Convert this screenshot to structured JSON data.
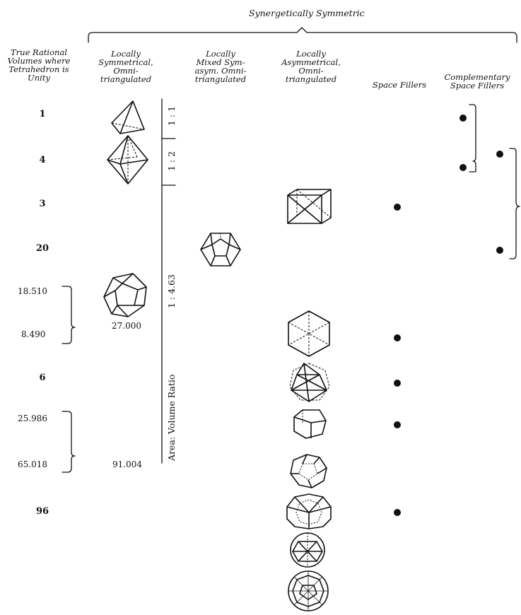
{
  "supertitle": "Synergetically Symmetric",
  "columns": {
    "volumes": "True Rational\nVolumes where\nTetrahedron is\nUnity",
    "sym": "Locally\nSymmetrical,\nOmni-\ntriangulated",
    "mixed": "Locally\nMixed Sym-\nasym. Omni-\ntriangulated",
    "asym": "Locally\nAsymmetrical,\nOmni-\ntriangulated",
    "fill": "Space Fillers",
    "comp": "Complementary\nSpace Fillers"
  },
  "rows": [
    "1",
    "4",
    "3",
    "20",
    "6",
    "96"
  ],
  "pairs": [
    {
      "a": "18.510",
      "b": "8.490",
      "total": "27.000"
    },
    {
      "a": "25.986",
      "b": "65.018",
      "total": "91.004"
    }
  ],
  "ratios": {
    "r1": "1 : 1",
    "r2": "1 : 2",
    "r3": "1 : 4.63",
    "axis": "Area: Volume Ratio"
  },
  "figures": [
    "tetrahedron-icon",
    "octahedron-icon",
    "cube-with-diagonals-icon",
    "icosahedron-icon",
    "icosahedron-large-icon",
    "rhombic-dodecahedron-icon",
    "star-polyhedron-icon",
    "small-polyhedron-icon",
    "dodecahedron-icon",
    "rhombic-triacontahedron-icon",
    "polyhedron-sphere-icon",
    "geodesic-sphere-icon"
  ]
}
